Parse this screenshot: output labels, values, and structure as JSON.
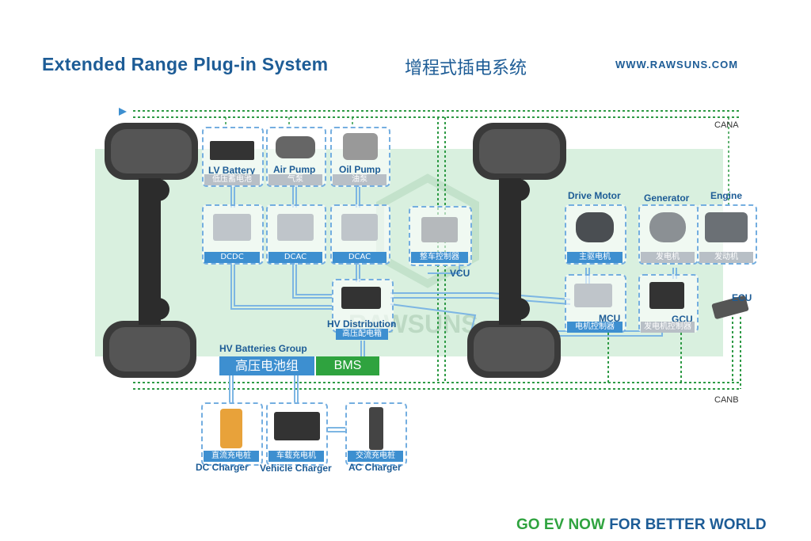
{
  "header": {
    "title": "Extended Range Plug-in System",
    "title_cn": "增程式插电系统",
    "website": "WWW.RAWSUNS.COM"
  },
  "bus": {
    "cana": "CANA",
    "canb": "CANB"
  },
  "watermark": "RAWSUNS",
  "components": {
    "lv_battery": {
      "label": "LV Battery",
      "cn": "低压蓄电池"
    },
    "air_pump": {
      "label": "Air Pump",
      "cn": "气泵"
    },
    "oil_pump": {
      "label": "Oil Pump",
      "cn": "油泵"
    },
    "dcdc": {
      "tag": "DCDC"
    },
    "dcac1": {
      "tag": "DCAC"
    },
    "dcac2": {
      "tag": "DCAC"
    },
    "vcu": {
      "label": "VCU",
      "cn": "整车控制器"
    },
    "drive_motor": {
      "label": "Drive Motor",
      "cn": "主驱电机"
    },
    "generator": {
      "label": "Generator",
      "cn": "发电机"
    },
    "engine": {
      "label": "Engine",
      "cn": "发动机"
    },
    "mcu": {
      "label": "MCU",
      "cn": "电机控制器"
    },
    "gcu": {
      "label": "GCU",
      "cn": "发电机控制器"
    },
    "ecu": {
      "label": "ECU"
    },
    "hv_distribution": {
      "label": "HV Distribution",
      "cn": "高压配电箱"
    },
    "hv_batteries": {
      "label": "HV Batteries Group",
      "cn": "高压电池组",
      "bms": "BMS"
    },
    "dc_charger": {
      "label": "DC Charger",
      "cn": "直流充电桩"
    },
    "vehicle_charger": {
      "label": "Vehicle Charger",
      "cn": "车载充电机"
    },
    "ac_charger": {
      "label": "AC Charger",
      "cn": "交流充电桩"
    }
  },
  "footer": {
    "slogan_green": "GO EV NOW",
    "slogan_blue": "FOR BETTER WORLD"
  },
  "colors": {
    "brand_blue": "#1d5c96",
    "accent_green": "#2fa33f",
    "tag_blue": "#3d8fd0",
    "panel_green": "#d9f0df"
  }
}
